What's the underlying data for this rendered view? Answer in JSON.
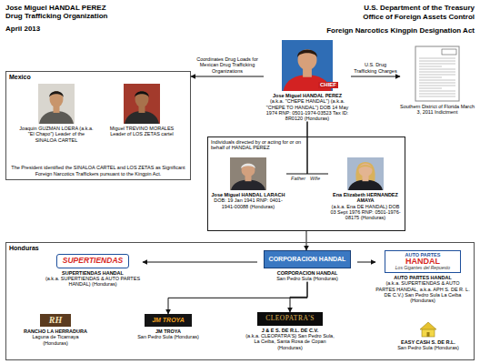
{
  "diagram": {
    "title": "Jose Miguel HANDAL PEREZ Drug Trafficking Organization",
    "nodes": [
      {
        "text": [
          "Mexico",
          "The President identified the SINALOA CARTEL and LOS ZETAS as Significant Foreign Narcotics Traffickers pursuant to the Kingpin Act."
        ]
      },
      {
        "text": [
          "Joaquin GUZMAN LOERA (a.k.a. \"El Chapo\") Leader of the SINALOA CARTEL"
        ],
        "in": 0
      },
      {
        "text": [
          "Miguel TREVINO MORALES Leader of LOS ZETAS cartel"
        ],
        "in": 0
      },
      {
        "text": [
          "CHIEF",
          "Jose Miguel HANDAL PEREZ",
          "(a.k.a. \"CHEPE HANDAL\") (a.k.a. \"CHEPE TO HANDAL\") DOB 14 May 1974 RNP: 0501-1974-03523 Tax ID: 8R0120 (Honduras)"
        ]
      },
      {
        "text": [
          "Southern District of Florida March 3, 2011 Indictment"
        ]
      },
      {
        "text": [
          "Individuals directed by or acting for or on behalf of HANDAL PEREZ"
        ]
      },
      {
        "text": [
          "Jose Miguel HANDAL LARACH",
          "DOB: 19 Jan 1941 RNP: 0401-1941-00088 (Honduras)"
        ],
        "in": 5
      },
      {
        "text": [
          "Ena Elizabeth HERNANDEZ AMAYA",
          "(a.k.a. Ena DE HANDAL) DOB 03 Sept 1976 RNP: 0501-1976-08175 (Honduras)"
        ],
        "in": 5
      },
      {
        "text": [
          "Honduras"
        ]
      },
      {
        "text": [
          "SUPERTIENDAS",
          "SUPERTIENDAS HANDAL",
          "(a.k.a. SUPERTIENDAS & AUTO PARTES HANDAL) (Honduras)"
        ],
        "in": 8
      },
      {
        "text": [
          "CORPORACION HANDAL",
          "CORPORACION HANDAL",
          "San Pedro Sula (Honduras)"
        ],
        "in": 8
      },
      {
        "text": [
          "AUTO PARTES",
          "HANDAL",
          "Los Gigantes del Repuesto",
          "AUTO PARTES HANDAL",
          "(a.k.a. SUPERTIENDAS & AUTO PARTES HANDAL, a.k.a. APH S. DE R. L. DE C.V.) San Pedro Sula La Ceiba (Honduras)"
        ],
        "in": 8
      },
      {
        "text": [
          "RH",
          "RANCHO LA HERRADURA",
          "Laguna de Ticamaya (Honduras)"
        ],
        "in": 8
      },
      {
        "text": [
          "JM TROYA",
          "JM TROYA",
          "San Pedro Sula (Honduras)"
        ],
        "in": 8
      },
      {
        "text": [
          "CLEOPATRA'S",
          "J & E S. DE R.L. DE C.V.",
          "(a.k.a. CLEOPATRA'S) San Pedro Sula, La Ceiba, Santa Rosa de Copan (Honduras)"
        ],
        "in": 8
      },
      {
        "text": [
          "EASY CASH S. DE R.L.",
          "San Pedro Sula (Honduras)"
        ],
        "in": 8
      }
    ],
    "edges": [
      {
        "from": 3,
        "to": 0,
        "arrow": "to",
        "label": "Coordinates Drug Loads for Mexican Drug Trafficking Organizations"
      },
      {
        "from": 3,
        "to": 4,
        "arrow": "to",
        "label": "U.S. Drug Trafficking Charges"
      },
      {
        "from": 3,
        "to": 6,
        "arrow": "none",
        "label": "Father"
      },
      {
        "from": 3,
        "to": 7,
        "arrow": "none",
        "label": "Wife"
      },
      {
        "from": 5,
        "to": 10,
        "arrow": "to"
      },
      {
        "from": 10,
        "to": 9,
        "arrow": "to"
      },
      {
        "from": 10,
        "to": 11,
        "arrow": "to"
      },
      {
        "from": 10,
        "to": 13,
        "arrow": "to"
      },
      {
        "from": 10,
        "to": 14,
        "arrow": "to"
      }
    ],
    "labels": [
      "April 2013",
      "U.S. Department of the Treasury",
      "Office of Foreign Assets Control",
      "Foreign Narcotics Kingpin Designation Act"
    ]
  }
}
